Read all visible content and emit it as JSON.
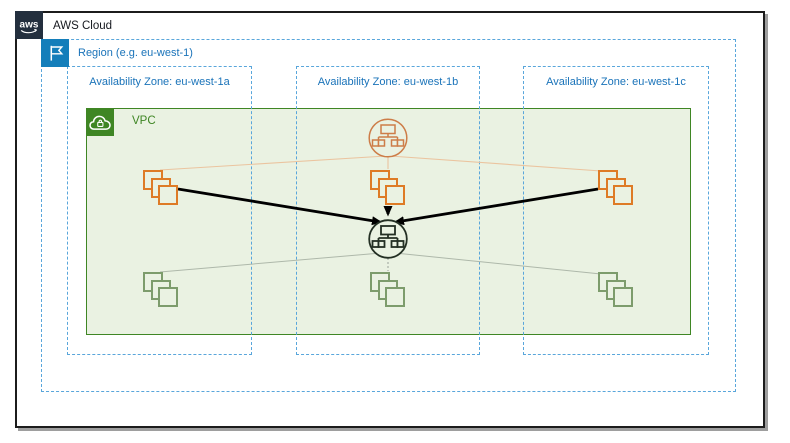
{
  "aws_cloud": {
    "label": "AWS Cloud",
    "logo_text": "aws"
  },
  "region": {
    "label": "Region (e.g. eu-west-1)"
  },
  "availability_zones": [
    {
      "label": "Availability Zone: eu-west-1a"
    },
    {
      "label": "Availability Zone: eu-west-1b"
    },
    {
      "label": "Availability Zone: eu-west-1c"
    }
  ],
  "vpc": {
    "label": "VPC"
  },
  "icons": {
    "aws_logo": "aws-logo-icon",
    "region_flag": "flag-icon",
    "vpc_cloud": "cloud-with-lock-icon",
    "orange_node": "router-network-icon",
    "dark_node": "router-network-icon",
    "subnet_group": "stacked-squares-icon"
  },
  "colors": {
    "frame_border": "#1c1c1c",
    "logo_bg": "#232f3e",
    "blue_text": "#1a73b9",
    "blue_dashed": "#59a6db",
    "region_icon_bg": "#147eba",
    "vpc_green": "#3f8624",
    "vpc_fill": "#eaf2e2",
    "orange": "#de7b26",
    "orange_node": "#cd7d48",
    "orange_connector": "#ebc49f",
    "sage_green": "#7d9c6c",
    "gray_connector": "#aeb8aa",
    "dark_node": "#232f23",
    "arrow": "#000000"
  },
  "figure": {
    "type": "aws-architecture-diagram",
    "summary": "AWS Cloud frame containing a Region with three Availability Zones over one VPC. An orange network node links by thin lines to orange subnet squares in each AZ; bold black arrows lead from the orange squares into a dark network node, which links by thin gray lines to green subnet squares in each AZ."
  }
}
